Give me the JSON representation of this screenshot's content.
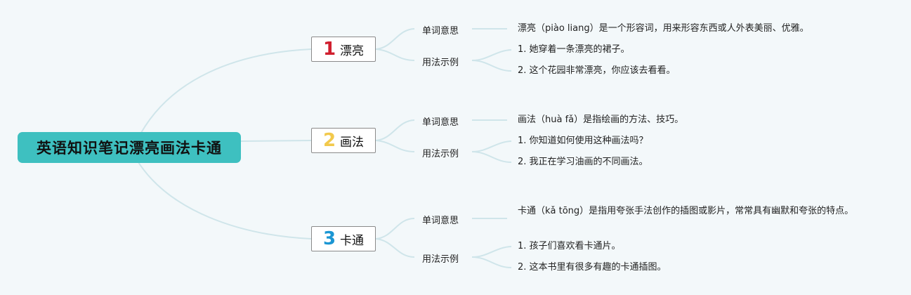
{
  "root": {
    "title": "英语知识笔记漂亮画法卡通"
  },
  "colors": {
    "root_bg": "#3ec0c0",
    "link": "#cfe5ea",
    "num1": "#d01f2e",
    "num2": "#f2c94c",
    "num3": "#1b96d3"
  },
  "branches": [
    {
      "number": "1",
      "label": "漂亮",
      "meaning_label": "单词意思",
      "meaning": "漂亮（piào liang）是一个形容词，用来形容东西或人外表美丽、优雅。",
      "usage_label": "用法示例",
      "examples": [
        "1. 她穿着一条漂亮的裙子。",
        "2. 这个花园非常漂亮，你应该去看看。"
      ]
    },
    {
      "number": "2",
      "label": "画法",
      "meaning_label": "单词意思",
      "meaning": "画法（huà fǎ）是指绘画的方法、技巧。",
      "usage_label": "用法示例",
      "examples": [
        "1. 你知道如何使用这种画法吗？",
        "2. 我正在学习油画的不同画法。"
      ]
    },
    {
      "number": "3",
      "label": "卡通",
      "meaning_label": "单词意思",
      "meaning": "卡通（kǎ tōng）是指用夸张手法创作的插图或影片，常常具有幽默和夸张的特点。",
      "usage_label": "用法示例",
      "examples": [
        "1. 孩子们喜欢看卡通片。",
        "2. 这本书里有很多有趣的卡通插图。"
      ]
    }
  ]
}
